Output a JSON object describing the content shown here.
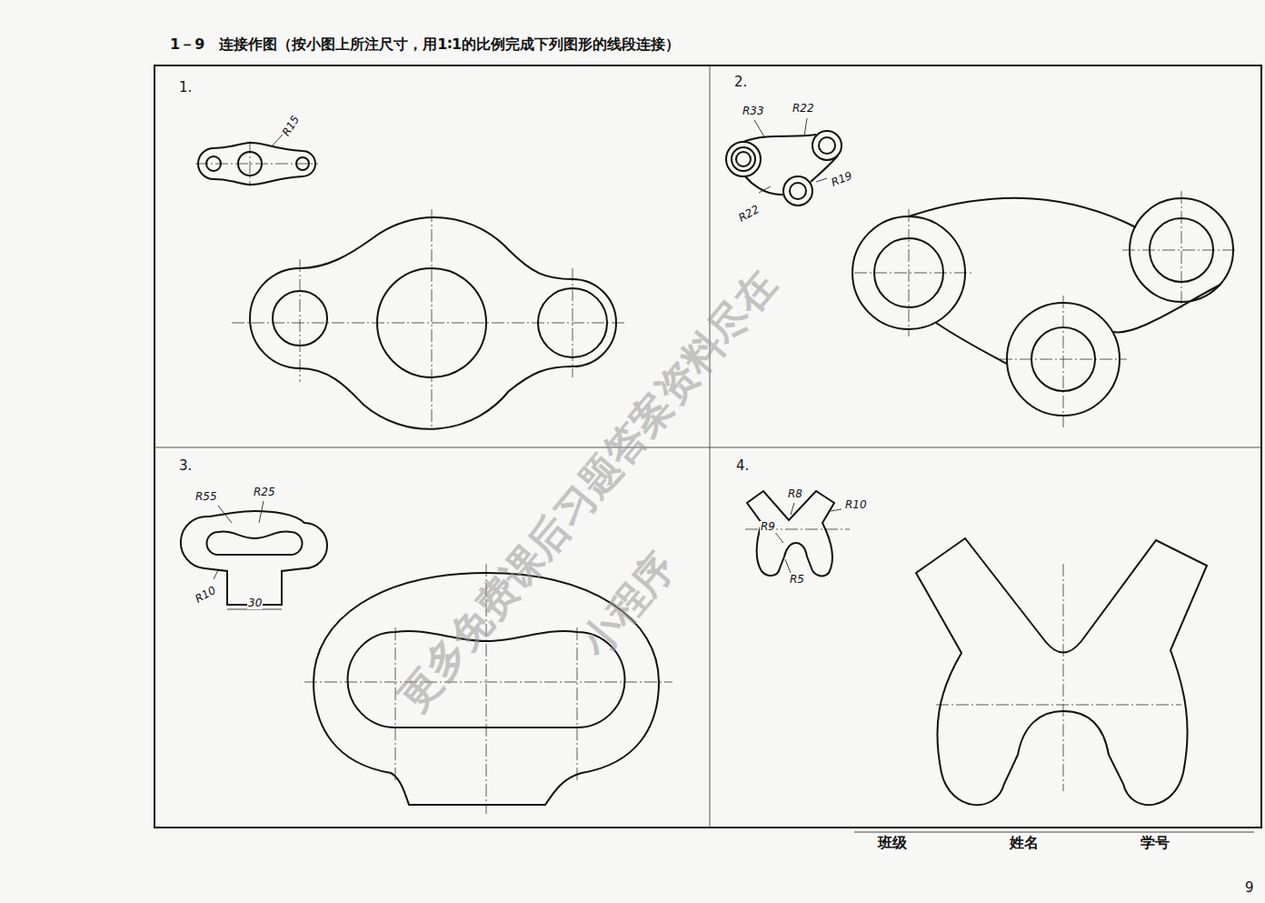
{
  "diagram": {
    "title": "1－9　连接作图（按小图上所注尺寸，用1∶1的比例完成下列图形的线段连接）",
    "labels": [
      "1.",
      "R15",
      "2.",
      "R33",
      "R22",
      "R22",
      "R19",
      "3.",
      "R55",
      "R25",
      "R10",
      "30",
      "4.",
      "R8",
      "R10",
      "R9",
      "R5",
      "班级",
      "姓名",
      "学号",
      "9",
      "更多免费课后习题答案资料尽在",
      "小程序"
    ]
  }
}
